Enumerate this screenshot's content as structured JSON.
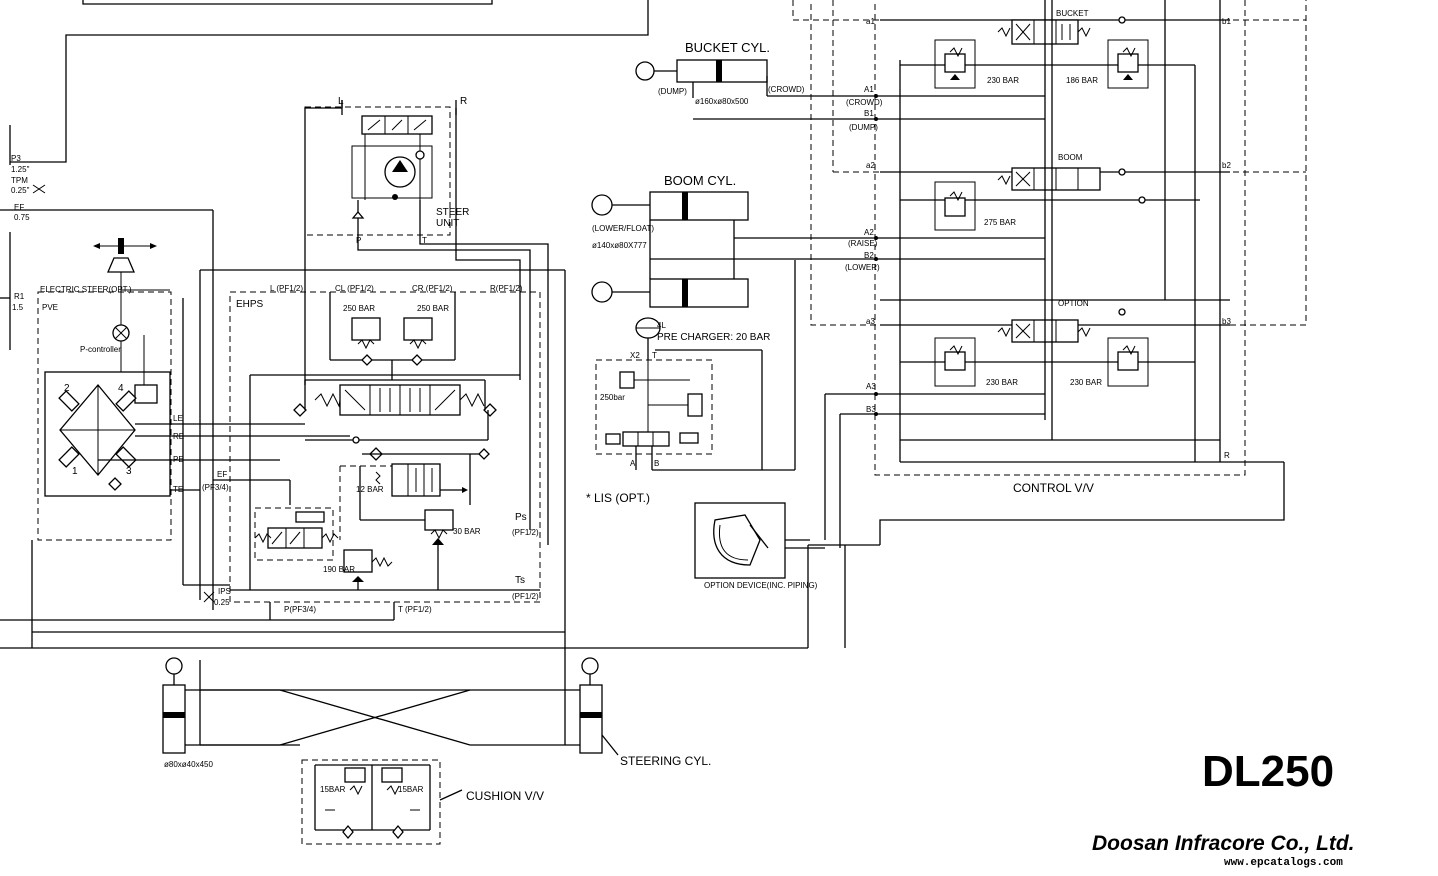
{
  "model": "DL250",
  "manufacturer": "Doosan Infracore Co., Ltd.",
  "website": "www.epcatalogs.com",
  "left_labels": {
    "p3": "P3",
    "p3_val": "1.25\"",
    "tpm": "TPM",
    "tpm_val": "0.25\"",
    "ef": "EF",
    "ef_val": "0.75",
    "r1": "R1",
    "r1_val": "1.5"
  },
  "electric_steer": {
    "title": "ELECTRIC STEER(OPT.)",
    "pve": "PVE",
    "controller": "P-controller",
    "ports": [
      "LE",
      "RE",
      "PE",
      "TE"
    ],
    "nums": [
      "1",
      "2",
      "3",
      "4"
    ]
  },
  "steer_unit": {
    "label_l": "L",
    "label_r": "R",
    "name": "STEER",
    "name2": "UNIT",
    "port_p": "P",
    "port_t": "T"
  },
  "ehps": {
    "title": "EHPS",
    "ports_top": [
      "L (PF1/2)",
      "CL (PF1/2)",
      "CR (PF1/2)",
      "R(PF1/2)"
    ],
    "relief": [
      "250 BAR",
      "250 BAR",
      "12 BAR",
      "30 BAR",
      "190 BAR"
    ],
    "ef": "EF",
    "ef_size": "(PF3/4)",
    "ps": "Ps",
    "ps_size": "(PF1/2)",
    "ts": "Ts",
    "ts_size": "(PF1/2)",
    "p": "P(PF3/4)",
    "t": "T (PF1/2)",
    "ips": "IPS",
    "ips_val": "0.25"
  },
  "bucket_cyl": {
    "title": "BUCKET CYL.",
    "dump": "(DUMP)",
    "crowd": "(CROWD)",
    "size": "ø160xø80x500"
  },
  "boom_cyl": {
    "title": "BOOM CYL.",
    "lower_float": "(LOWER/FLOAT)",
    "size": "ø140xø80X777"
  },
  "accumulator": {
    "vol": "4L",
    "charge": "PRE CHARGER: 20 BAR"
  },
  "lis": {
    "x2": "X2",
    "t": "T",
    "a": "A",
    "b": "B",
    "relief": "250bar",
    "note": "* LIS (OPT.)"
  },
  "option_device": "OPTION DEVICE(INC. PIPING)",
  "control_valve": {
    "title": "CONTROL V/V",
    "sections": [
      "BUCKET",
      "BOOM",
      "OPTION"
    ],
    "pilot_a": [
      "a1",
      "a2",
      "a3"
    ],
    "pilot_b": [
      "b1",
      "b2",
      "b3"
    ],
    "ports": [
      "A1",
      "(CROWD)",
      "B1",
      "(DUMP)",
      "A2",
      "(RAISE)",
      "B2",
      "(LOWER)",
      "A3",
      "B3",
      "R"
    ],
    "relief": [
      "230 BAR",
      "186 BAR",
      "275 BAR",
      "230 BAR",
      "230 BAR"
    ]
  },
  "steering_cyl": {
    "title": "STEERING CYL.",
    "size": "ø80xø40x450"
  },
  "cushion": {
    "title": "CUSHION V/V",
    "relief": [
      "15BAR",
      "15BAR"
    ]
  }
}
